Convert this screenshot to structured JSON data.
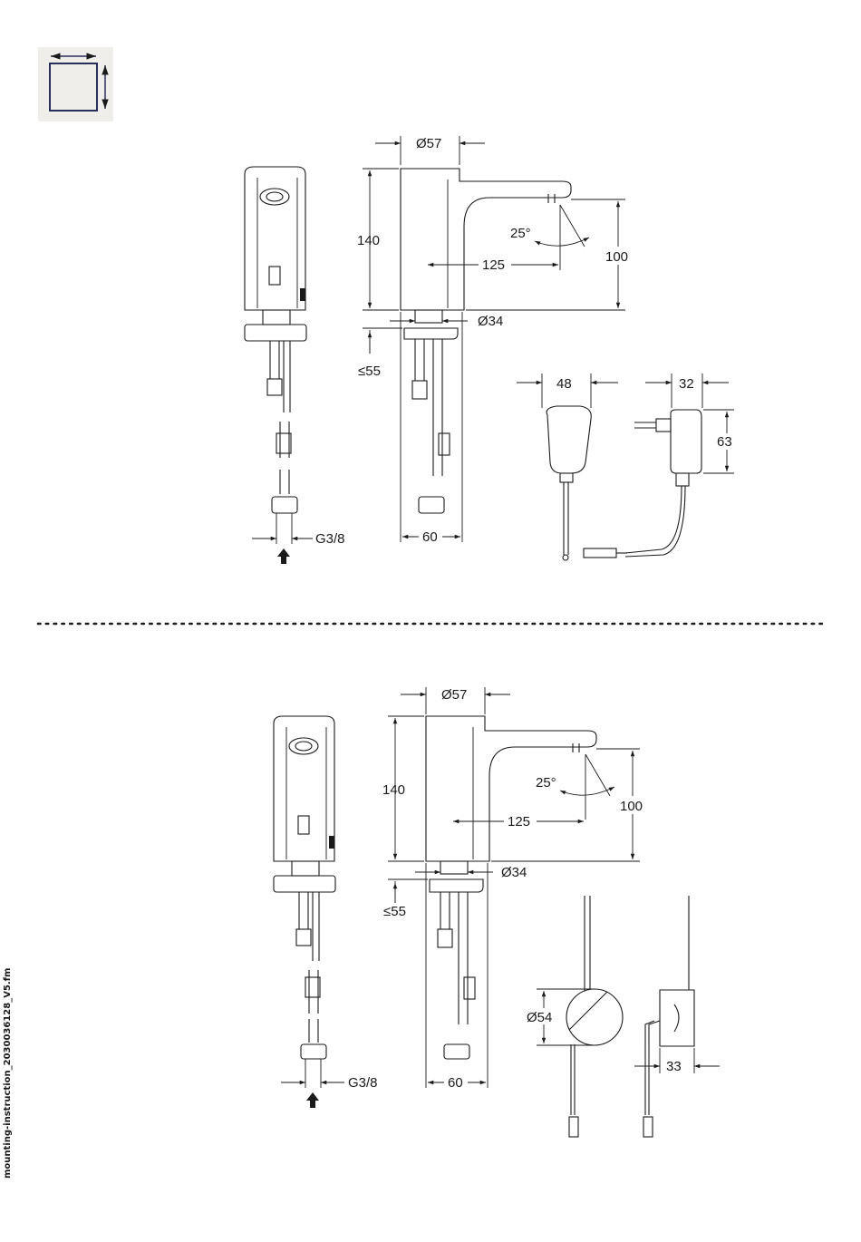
{
  "file_name": "mounting-instruction_2030036128_V5.fm",
  "icons": {
    "dimensions": "dimensions-icon",
    "arrow": "arrow-up-icon"
  },
  "top": {
    "d57": "Ø57",
    "d140": "140",
    "d25": "25°",
    "d125": "125",
    "d100": "100",
    "d34": "Ø34",
    "d55": "≤55",
    "d60": "60",
    "g38": "G3/8",
    "d48": "48",
    "d32": "32",
    "d63": "63"
  },
  "bottom": {
    "d57": "Ø57",
    "d140": "140",
    "d25": "25°",
    "d125": "125",
    "d100": "100",
    "d34": "Ø34",
    "d55": "≤55",
    "d60": "60",
    "g38": "G3/8",
    "d54": "Ø54",
    "d33": "33"
  }
}
